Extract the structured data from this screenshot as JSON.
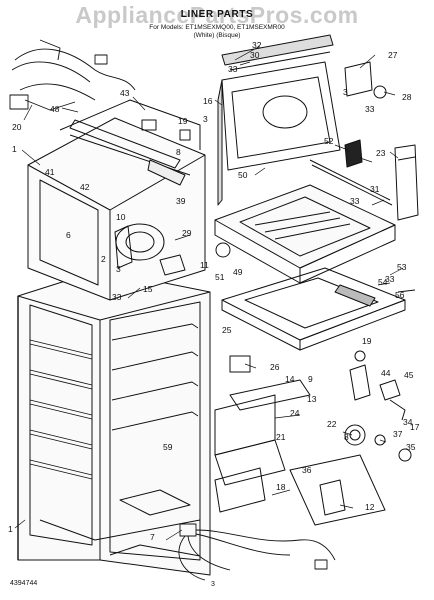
{
  "watermark": "AppliancePartsPros.com",
  "header": {
    "title": "LINER PARTS",
    "models": "For Models: ET1MSEXMQ00, ET1MSEXMR00",
    "colors": "(White)          (Bisque)"
  },
  "footer": {
    "doc_number": "4394744",
    "page": "3"
  },
  "callouts": [
    {
      "id": "c20",
      "text": "20"
    },
    {
      "id": "c48",
      "text": "48"
    },
    {
      "id": "c43",
      "text": "43"
    },
    {
      "id": "c32",
      "text": "32"
    },
    {
      "id": "c30",
      "text": "30"
    },
    {
      "id": "c33a",
      "text": "33"
    },
    {
      "id": "c27",
      "text": "27"
    },
    {
      "id": "c28",
      "text": "28"
    },
    {
      "id": "c3a",
      "text": "3"
    },
    {
      "id": "c33b",
      "text": "33"
    },
    {
      "id": "c16",
      "text": "16"
    },
    {
      "id": "c19a",
      "text": "19"
    },
    {
      "id": "c3b",
      "text": "3"
    },
    {
      "id": "c8",
      "text": "8"
    },
    {
      "id": "c1a",
      "text": "1"
    },
    {
      "id": "c52",
      "text": "52"
    },
    {
      "id": "c23",
      "text": "23"
    },
    {
      "id": "c41",
      "text": "41"
    },
    {
      "id": "c42",
      "text": "42"
    },
    {
      "id": "c39",
      "text": "39"
    },
    {
      "id": "c50",
      "text": "50"
    },
    {
      "id": "c31",
      "text": "31"
    },
    {
      "id": "c6",
      "text": "6"
    },
    {
      "id": "c10",
      "text": "10"
    },
    {
      "id": "c29",
      "text": "29"
    },
    {
      "id": "c33c",
      "text": "33"
    },
    {
      "id": "c2",
      "text": "2"
    },
    {
      "id": "c3c",
      "text": "3"
    },
    {
      "id": "c11",
      "text": "11"
    },
    {
      "id": "c49",
      "text": "49"
    },
    {
      "id": "c51",
      "text": "51"
    },
    {
      "id": "c53",
      "text": "53"
    },
    {
      "id": "c33d",
      "text": "33"
    },
    {
      "id": "c33e",
      "text": "33"
    },
    {
      "id": "c54",
      "text": "54"
    },
    {
      "id": "c15",
      "text": "15"
    },
    {
      "id": "c56",
      "text": "56"
    },
    {
      "id": "c25",
      "text": "25"
    },
    {
      "id": "c1b",
      "text": "1"
    },
    {
      "id": "c19b",
      "text": "19"
    },
    {
      "id": "c26",
      "text": "26"
    },
    {
      "id": "c14",
      "text": "14"
    },
    {
      "id": "c9",
      "text": "9"
    },
    {
      "id": "c44",
      "text": "44"
    },
    {
      "id": "c45",
      "text": "45"
    },
    {
      "id": "c24",
      "text": "24"
    },
    {
      "id": "c13",
      "text": "13"
    },
    {
      "id": "c34",
      "text": "34"
    },
    {
      "id": "c22",
      "text": "22"
    },
    {
      "id": "c8b",
      "text": "8"
    },
    {
      "id": "c37",
      "text": "37"
    },
    {
      "id": "c17",
      "text": "17"
    },
    {
      "id": "c59",
      "text": "59"
    },
    {
      "id": "c21",
      "text": "21"
    },
    {
      "id": "c35",
      "text": "35"
    },
    {
      "id": "c36",
      "text": "36"
    },
    {
      "id": "c18",
      "text": "18"
    },
    {
      "id": "c12",
      "text": "12"
    },
    {
      "id": "c7",
      "text": "7"
    }
  ]
}
